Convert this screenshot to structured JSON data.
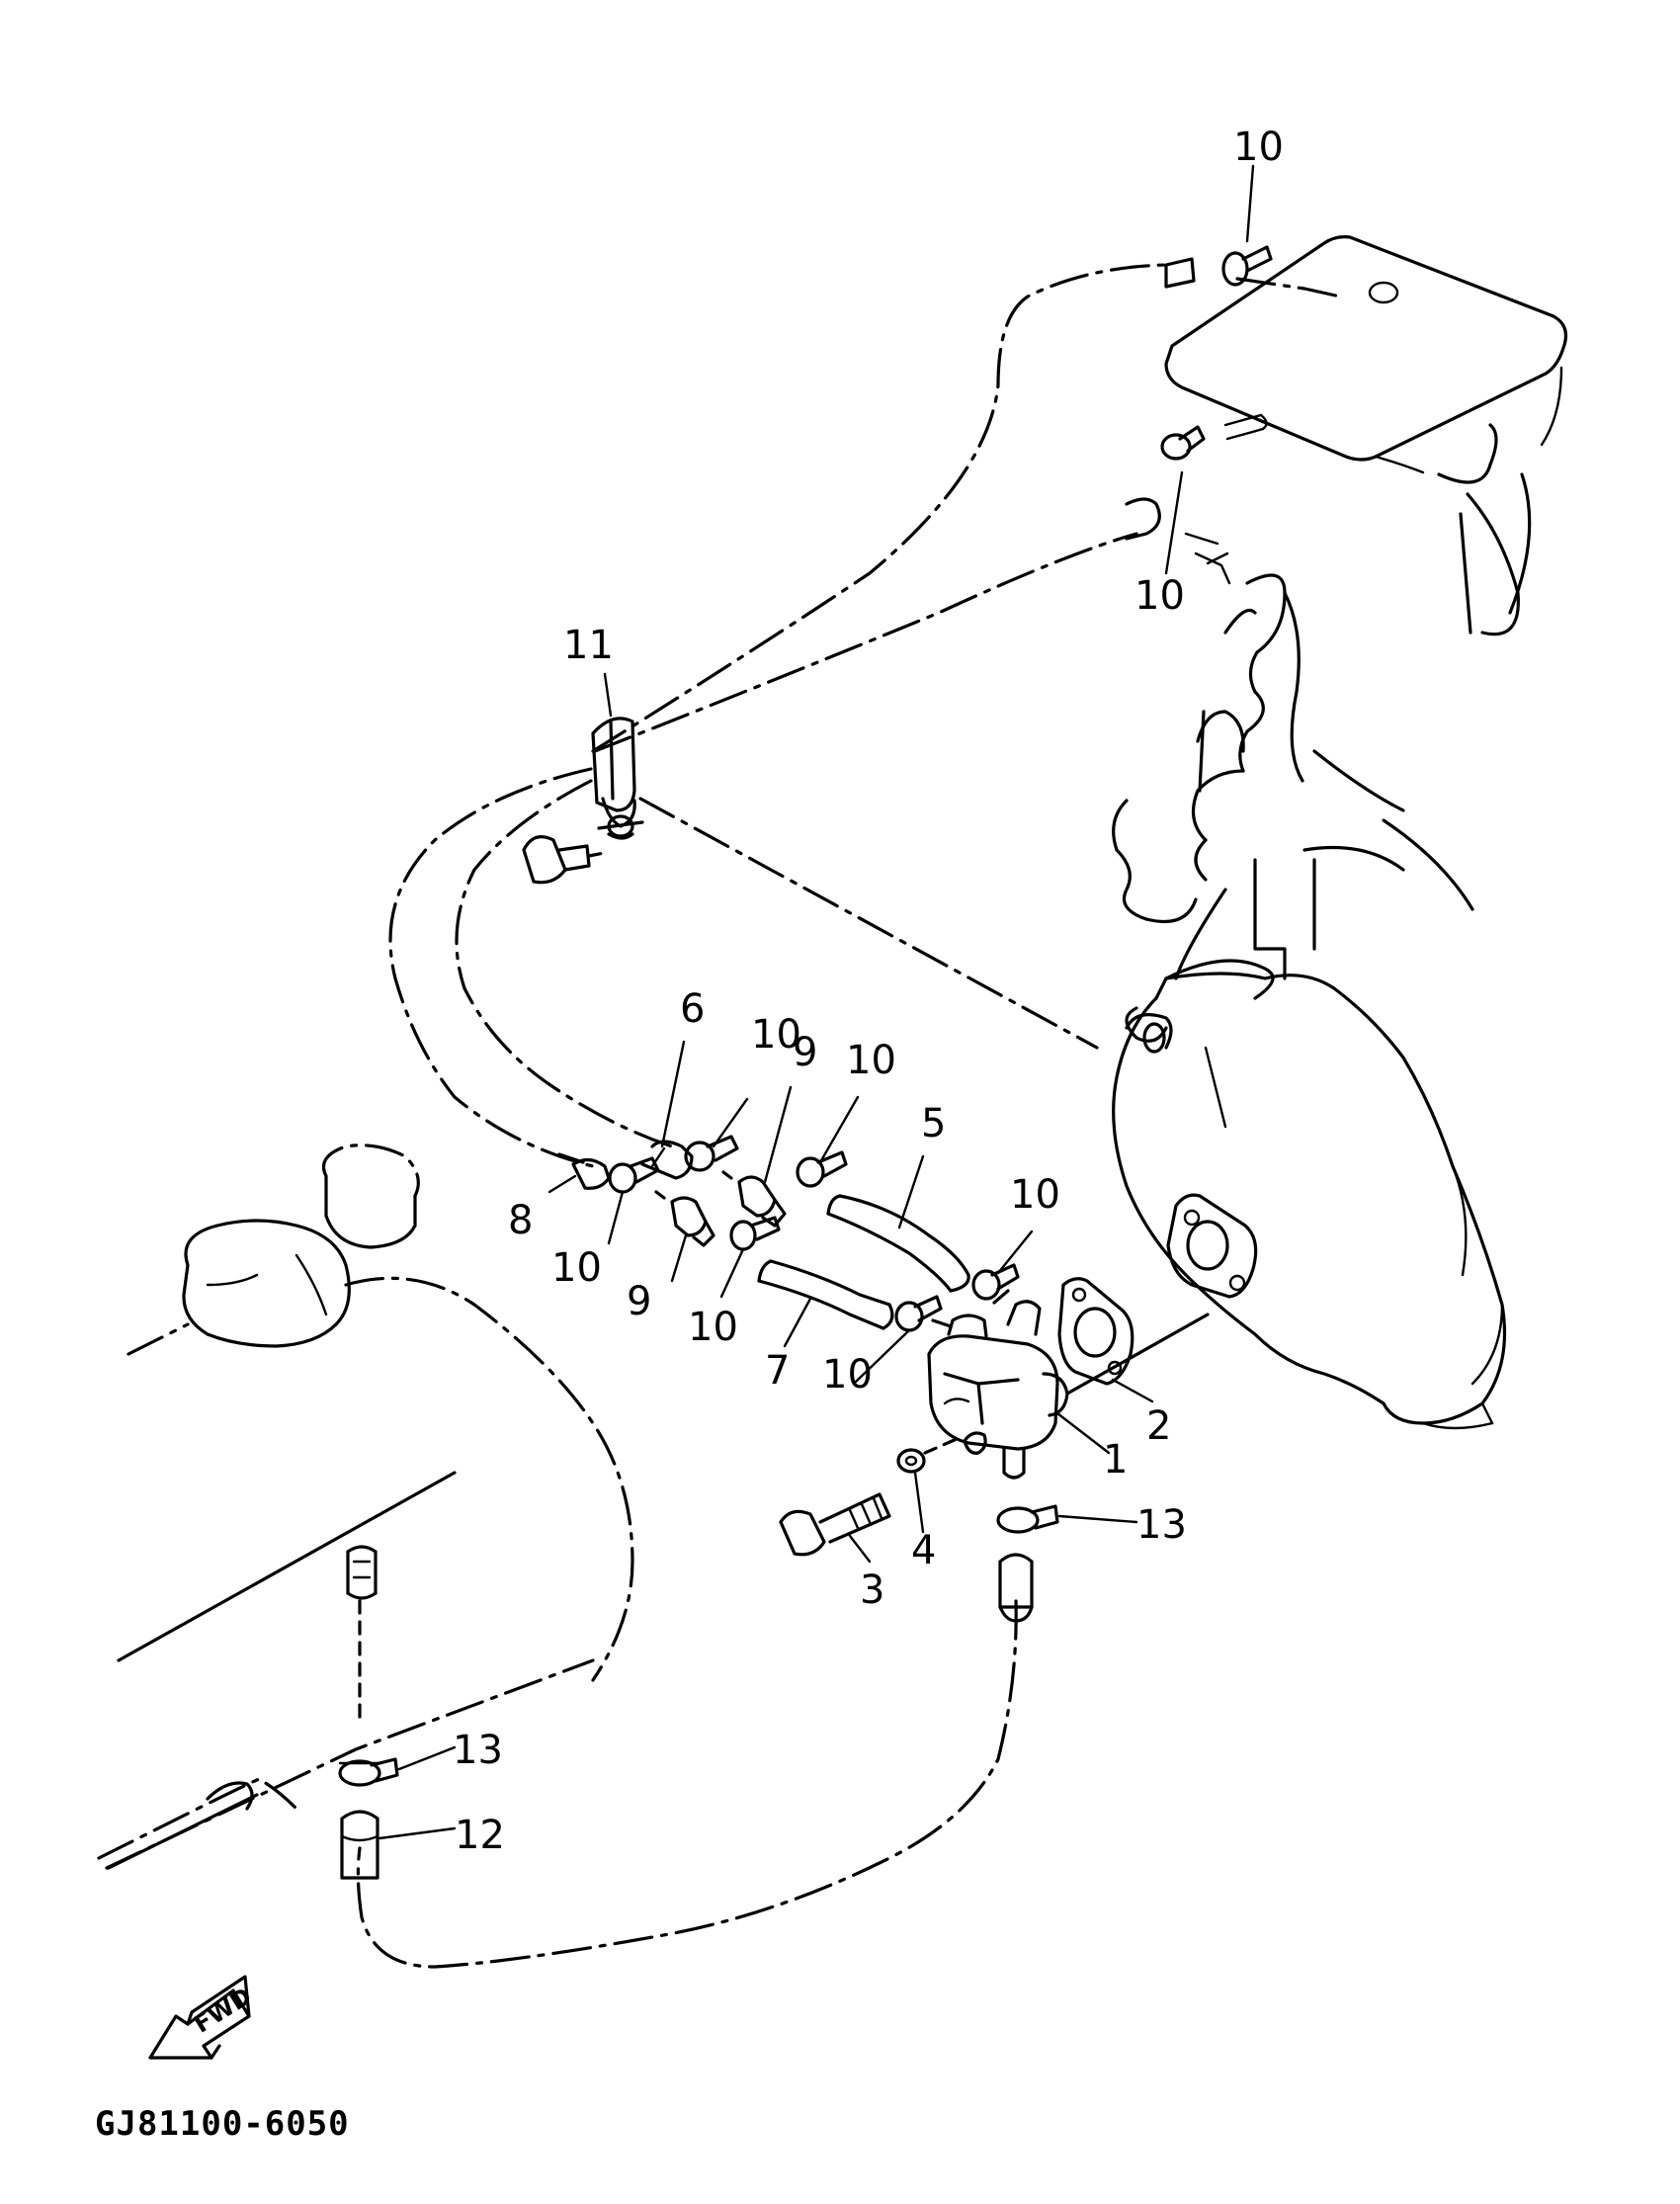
{
  "diagram": {
    "drawing_code": "GJ81100-6050",
    "direction_arrow": {
      "label": "FWD",
      "icon": "fwd-arrow-icon"
    },
    "callouts": [
      {
        "id": "c10a",
        "text": "10"
      },
      {
        "id": "c10b",
        "text": "10"
      },
      {
        "id": "c11",
        "text": "11"
      },
      {
        "id": "c6",
        "text": "6"
      },
      {
        "id": "c10c",
        "text": "10"
      },
      {
        "id": "c9a",
        "text": "9"
      },
      {
        "id": "c10d",
        "text": "10"
      },
      {
        "id": "c5",
        "text": "5"
      },
      {
        "id": "c8",
        "text": "8"
      },
      {
        "id": "c10e",
        "text": "10"
      },
      {
        "id": "c9b",
        "text": "9"
      },
      {
        "id": "c10f",
        "text": "10"
      },
      {
        "id": "c10g",
        "text": "10"
      },
      {
        "id": "c7",
        "text": "7"
      },
      {
        "id": "c10h",
        "text": "10"
      },
      {
        "id": "c2",
        "text": "2"
      },
      {
        "id": "c1",
        "text": "1"
      },
      {
        "id": "c13a",
        "text": "13"
      },
      {
        "id": "c4",
        "text": "4"
      },
      {
        "id": "c3",
        "text": "3"
      },
      {
        "id": "c13b",
        "text": "13"
      },
      {
        "id": "c12",
        "text": "12"
      }
    ]
  }
}
